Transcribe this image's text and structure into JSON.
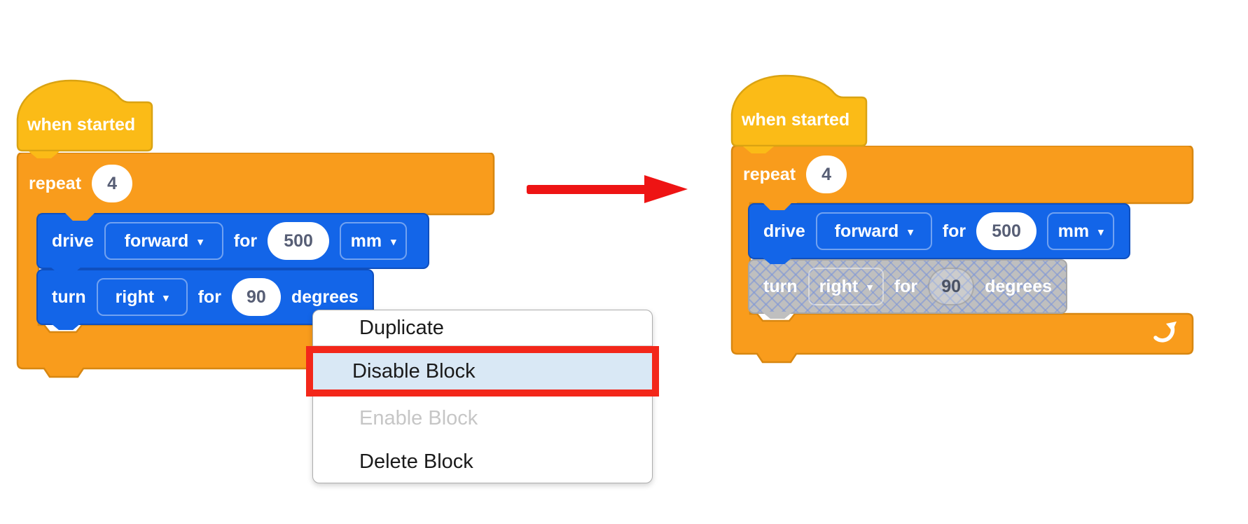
{
  "colors": {
    "hat_fill": "#FBBB17",
    "hat_stroke": "#DAA312",
    "repeat_fill": "#F99C1C",
    "repeat_stroke": "#D88711",
    "blue_fill": "#1365E8",
    "blue_stroke": "#0F4FBE",
    "disabled_fill": "#BFBFBF",
    "disabled_hatch": "#7D96D7",
    "input_text": "#575E75",
    "menu_highlight_bg": "#D9E8F5",
    "menu_highlight_border": "#F3271A",
    "menu_disabled_text": "#C6C6C6",
    "transform_arrow": "#EE1414"
  },
  "icons": {
    "dropdown_arrow": "▾"
  },
  "left_stack": {
    "hat_label": "when started",
    "repeat_label": "repeat",
    "repeat_count": "4",
    "drive_label": "drive",
    "drive_direction": "forward",
    "drive_for": "for",
    "drive_distance": "500",
    "drive_unit": "mm",
    "turn_label": "turn",
    "turn_direction": "right",
    "turn_for": "for",
    "turn_angle": "90",
    "turn_unit": "degrees",
    "turn_disabled": false
  },
  "right_stack": {
    "hat_label": "when started",
    "repeat_label": "repeat",
    "repeat_count": "4",
    "drive_label": "drive",
    "drive_direction": "forward",
    "drive_for": "for",
    "drive_distance": "500",
    "drive_unit": "mm",
    "turn_label": "turn",
    "turn_direction": "right",
    "turn_for": "for",
    "turn_angle": "90",
    "turn_unit": "degrees",
    "turn_disabled": true
  },
  "context_menu": {
    "items": [
      {
        "label": "Duplicate",
        "state": "normal"
      },
      {
        "label": "Disable Block",
        "state": "highlighted"
      },
      {
        "label": "Enable Block",
        "state": "disabled"
      },
      {
        "label": "Delete Block",
        "state": "normal"
      }
    ]
  }
}
